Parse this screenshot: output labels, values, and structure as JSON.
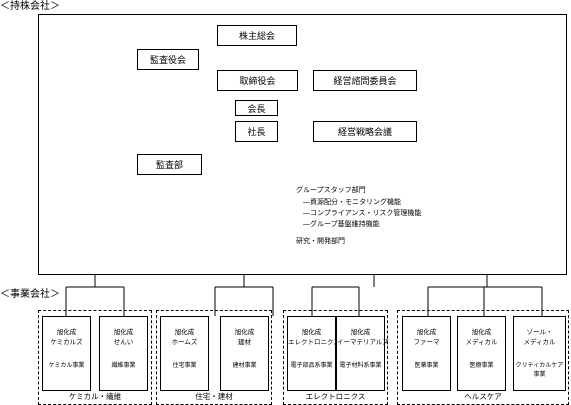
{
  "headers": {
    "holding": "＜持株会社＞",
    "operating": "＜事業会社＞"
  },
  "holding": {
    "shareholders_meeting": "株主総会",
    "audit_committee": "監査役会",
    "board": "取締役会",
    "advisory_committee": "経営諮問委員会",
    "chairman": "会長",
    "president": "社長",
    "strategy_council": "経営戦略会議",
    "audit_dept": "監査部",
    "staff": {
      "title": "グループスタッフ部門",
      "items": [
        "―資源配分・モニタリング機能",
        "―コンプライアンス・リスク管理機能",
        "―グループ基盤維持機能"
      ]
    },
    "rnd": "研究・開発部門"
  },
  "segments": [
    {
      "label": "ケミカル・繊維",
      "units": [
        {
          "name": [
            "旭化成",
            "ケミカルズ"
          ],
          "desc": [
            "ケミカル事業"
          ]
        },
        {
          "name": [
            "旭化成",
            "せんい"
          ],
          "desc": [
            "繊維事業"
          ]
        }
      ]
    },
    {
      "label": "住宅・建材",
      "units": [
        {
          "name": [
            "旭化成",
            "ホームズ"
          ],
          "desc": [
            "住宅事業"
          ]
        },
        {
          "name": [
            "旭化成",
            "建材"
          ],
          "desc": [
            "建材事業"
          ]
        }
      ]
    },
    {
      "label": "エレクトロニクス",
      "units": [
        {
          "name": [
            "旭化成",
            "エレクトロニクス"
          ],
          "desc": [
            "電子部品系事業"
          ]
        },
        {
          "name": [
            "旭化成",
            "イーマテリアルズ"
          ],
          "desc": [
            "電子材料系事業"
          ]
        }
      ]
    },
    {
      "label": "ヘルスケア",
      "units": [
        {
          "name": [
            "旭化成",
            "ファーマ"
          ],
          "desc": [
            "医薬事業"
          ]
        },
        {
          "name": [
            "旭化成",
            "メディカル"
          ],
          "desc": [
            "医療事業"
          ]
        },
        {
          "name": [
            "ゾール・",
            "メディカル"
          ],
          "desc": [
            "クリティカルケア",
            "事業"
          ]
        }
      ]
    }
  ]
}
